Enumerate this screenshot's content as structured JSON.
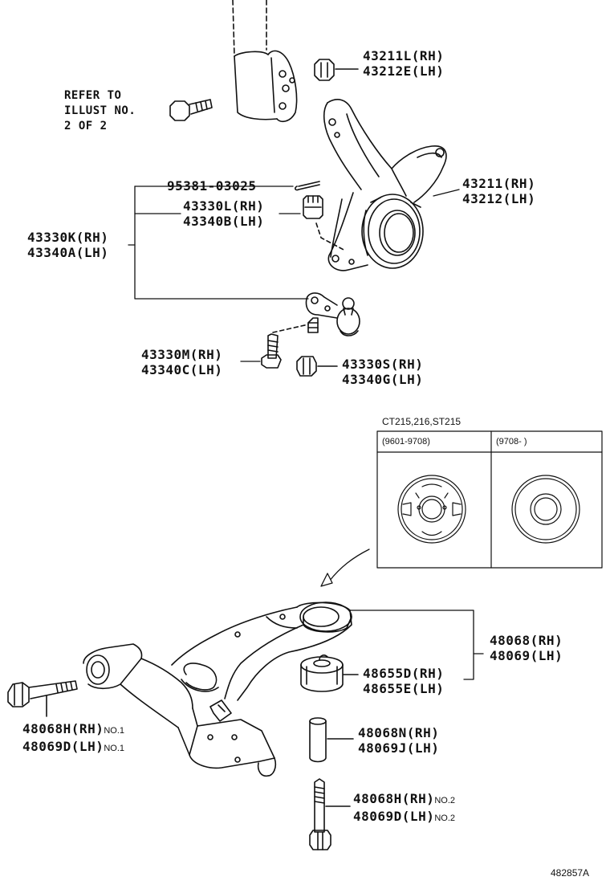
{
  "labels": {
    "bolt_43211L": {
      "rh": "43211L(RH)",
      "lh": "43212E(LH)"
    },
    "refer": {
      "line1": "REFER TO",
      "line2": "ILLUST NO.",
      "line3": "2 OF 2"
    },
    "knuckle": {
      "rh": "43211(RH)",
      "lh": "43212(LH)"
    },
    "cotter_pin": "95381-03025",
    "nut_43330L": {
      "rh": "43330L(RH)",
      "lh": "43340B(LH)"
    },
    "ball_joint_assy": {
      "rh": "43330K(RH)",
      "lh": "43340A(LH)"
    },
    "bolt_43330M": {
      "rh": "43330M(RH)",
      "lh": "43340C(LH)"
    },
    "nut_43330S": {
      "rh": "43330S(RH)",
      "lh": "43340G(LH)"
    },
    "lower_arm": {
      "rh": "48068(RH)",
      "lh": "48069(LH)"
    },
    "bushing": {
      "rh": "48655D(RH)",
      "lh": "48655E(LH)"
    },
    "front_bolt": {
      "rh": "48068H(RH)",
      "lh": "48069D(LH)",
      "note": "NO.1"
    },
    "collar": {
      "rh": "48068N(RH)",
      "lh": "48069J(LH)"
    },
    "rear_bolt": {
      "rh": "48068H(RH)",
      "lh": "48069D(LH)",
      "note": "NO.2"
    }
  },
  "inset": {
    "title": "CT215,216,ST215",
    "col1": "(9601-9708)",
    "col2": "(9708-      )"
  },
  "figure_number": "482857A"
}
